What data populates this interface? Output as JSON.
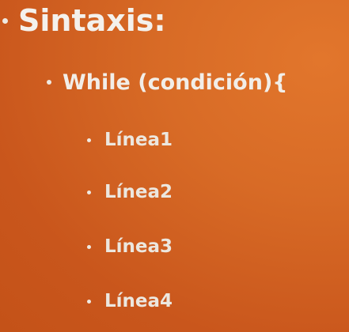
{
  "slide": {
    "title": "Sintaxis:",
    "level1": [
      "While (condición){"
    ],
    "level2": [
      "Línea1",
      "Línea2",
      "Línea3",
      "Línea4"
    ]
  },
  "colors": {
    "background_start": "#e2762c",
    "background_end": "#c45218",
    "text": "#f2eee8"
  }
}
